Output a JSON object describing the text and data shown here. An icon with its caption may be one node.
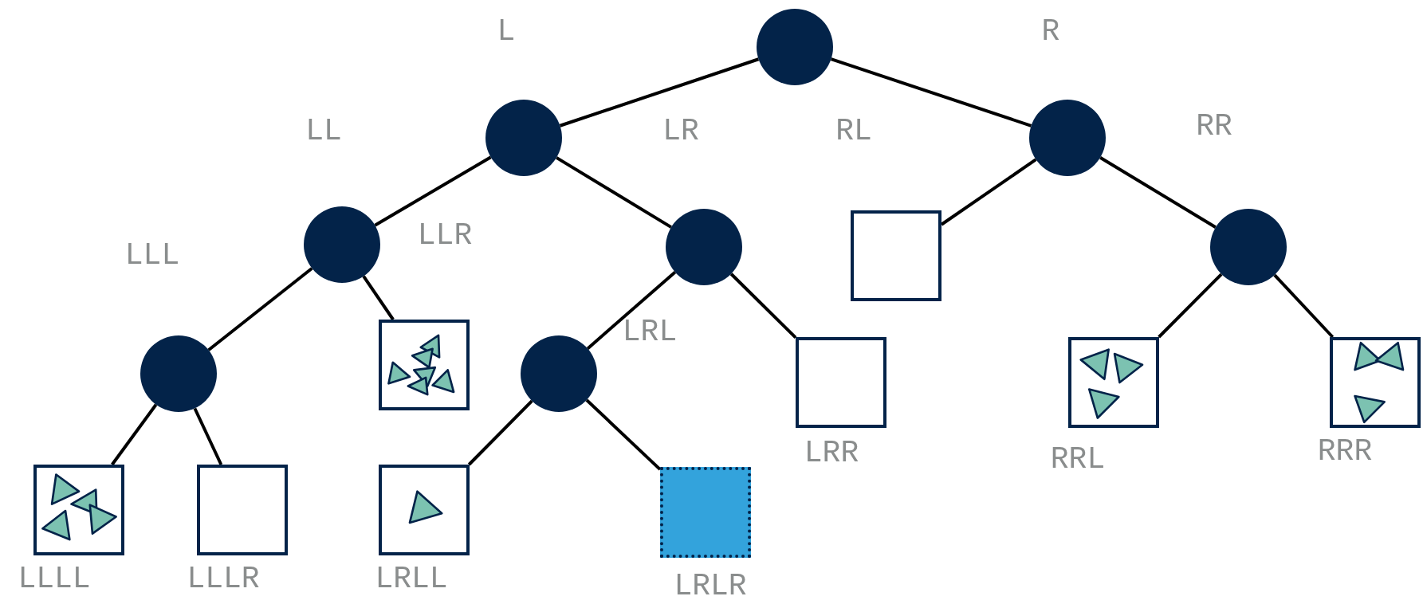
{
  "diagram": {
    "nodes": [
      {
        "text": [],
        "shape": "circle"
      },
      {
        "text": [],
        "shape": "circle"
      },
      {
        "text": [],
        "shape": "circle"
      },
      {
        "text": [],
        "shape": "circle"
      },
      {
        "text": [],
        "shape": "circle"
      },
      {
        "text": [],
        "shape": "box"
      },
      {
        "text": [],
        "shape": "circle"
      },
      {
        "text": [],
        "shape": "circle"
      },
      {
        "text": [],
        "shape": "box"
      },
      {
        "text": [],
        "shape": "circle"
      },
      {
        "text": [],
        "shape": "box"
      },
      {
        "text": [],
        "shape": "box"
      },
      {
        "text": [],
        "shape": "box"
      },
      {
        "text": [],
        "shape": "box"
      },
      {
        "text": [],
        "shape": "box"
      },
      {
        "text": [],
        "shape": "box"
      },
      {
        "text": [],
        "shape": "box"
      }
    ],
    "edges": [
      {
        "from": 0,
        "to": 1,
        "arrow": "none"
      },
      {
        "from": 0,
        "to": 2,
        "arrow": "none"
      },
      {
        "from": 1,
        "to": 3,
        "arrow": "none"
      },
      {
        "from": 1,
        "to": 4,
        "arrow": "none"
      },
      {
        "from": 2,
        "to": 5,
        "arrow": "none"
      },
      {
        "from": 2,
        "to": 6,
        "arrow": "none"
      },
      {
        "from": 3,
        "to": 7,
        "arrow": "none"
      },
      {
        "from": 3,
        "to": 8,
        "arrow": "none"
      },
      {
        "from": 4,
        "to": 9,
        "arrow": "none"
      },
      {
        "from": 4,
        "to": 10,
        "arrow": "none"
      },
      {
        "from": 6,
        "to": 11,
        "arrow": "none"
      },
      {
        "from": 6,
        "to": 12,
        "arrow": "none"
      },
      {
        "from": 7,
        "to": 13,
        "arrow": "none"
      },
      {
        "from": 7,
        "to": 14,
        "arrow": "none"
      },
      {
        "from": 9,
        "to": 15,
        "arrow": "none"
      },
      {
        "from": 9,
        "to": 16,
        "arrow": "none"
      }
    ],
    "labels": [
      "L",
      "R",
      "LL",
      "LR",
      "RL",
      "RR",
      "LLL",
      "LLR",
      "LRL",
      "LRR",
      "RRL",
      "RRR",
      "LLLL",
      "LLLR",
      "LRLL",
      "LRLR"
    ]
  }
}
